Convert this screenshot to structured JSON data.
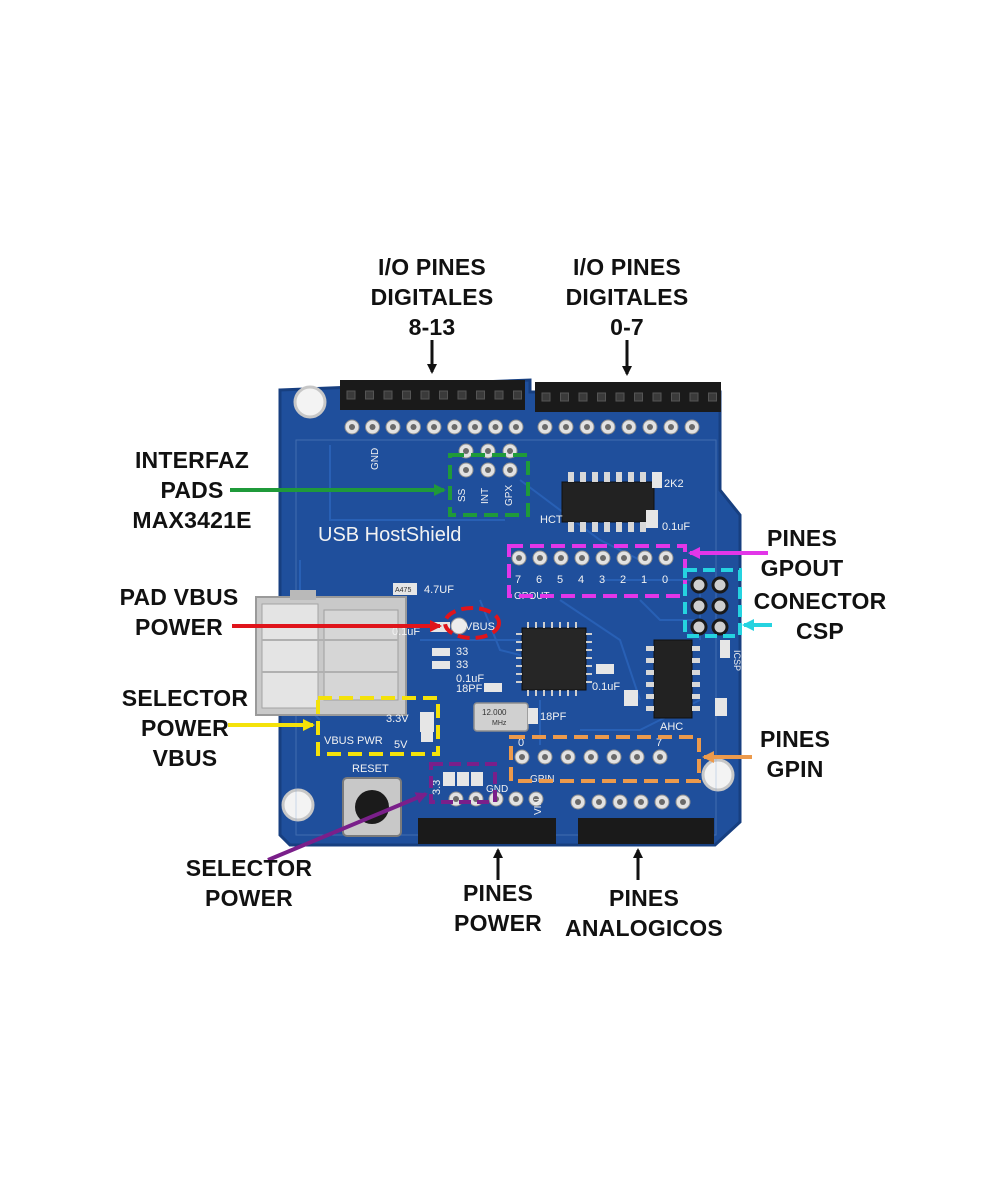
{
  "board": {
    "title": "USB HostShield",
    "silk": {
      "gnd_top": "GND",
      "ss": "SS",
      "int": "INT",
      "gpx": "GPX",
      "hct": "HCT",
      "r_2k2": "2K2",
      "cap_01uf_a": "0.1uF",
      "cap_01uf_b": "0.1uF",
      "cap_01uf_c": "0.1uF",
      "cap_01uf_d": "0.1uF",
      "cap_47uf": "4.7UF",
      "a475": "A475",
      "vbus": "VBUS",
      "r33_a": "33",
      "r33_b": "33",
      "c18pf_a": "18PF",
      "c18pf_b": "18PF",
      "crystal": "12.000",
      "crystal_unit": "MHz",
      "v33": "3.3V",
      "v5": "5V",
      "vbus_pwr": "VBUS PWR",
      "reset": "RESET",
      "sel_33": "3.3",
      "gnd_bottom": "GND",
      "vin": "VIN",
      "ahc": "AHC",
      "gpout": "GPOUT",
      "gpin": "GPIN",
      "gpout_numbers": [
        "7",
        "6",
        "5",
        "4",
        "3",
        "2",
        "1",
        "0"
      ],
      "gpin_numbers": [
        "0",
        "",
        "",
        "",
        "",
        "",
        "7"
      ],
      "icsp": "ICSP"
    }
  },
  "labels": {
    "io_8_13": [
      "I/O PINES",
      "DIGITALES",
      "8-13"
    ],
    "io_0_7": [
      "I/O PINES",
      "DIGITALES",
      "0-7"
    ],
    "interfaz": [
      "INTERFAZ",
      "PADS",
      "MAX3421E"
    ],
    "pad_vbus": [
      "PAD VBUS",
      "POWER"
    ],
    "selector_vbus": [
      "SELECTOR",
      "POWER",
      "VBUS"
    ],
    "selector_power": [
      "SELECTOR",
      "POWER"
    ],
    "pines_power": [
      "PINES",
      "POWER"
    ],
    "pines_analogicos": [
      "PINES",
      "ANALOGICOS"
    ],
    "pines_gpout": [
      "PINES",
      "GPOUT"
    ],
    "conector_csp": [
      "CONECTOR",
      "CSP"
    ],
    "pines_gpin": [
      "PINES",
      "GPIN"
    ]
  },
  "colors": {
    "pcb": "#1f4f9c",
    "pcb_dark": "#173f80",
    "trace": "#2a62b8",
    "header": "#1a1a1a",
    "pad": "#e0e0e0",
    "interfaz": "#1f9a3a",
    "pad_vbus": "#e0141b",
    "selector_vbus": "#f4e20a",
    "selector_power": "#7a1f8a",
    "gpout": "#e236e8",
    "csp": "#25d3e0",
    "gpin": "#ec9a4c",
    "arrow_black": "#111111"
  }
}
